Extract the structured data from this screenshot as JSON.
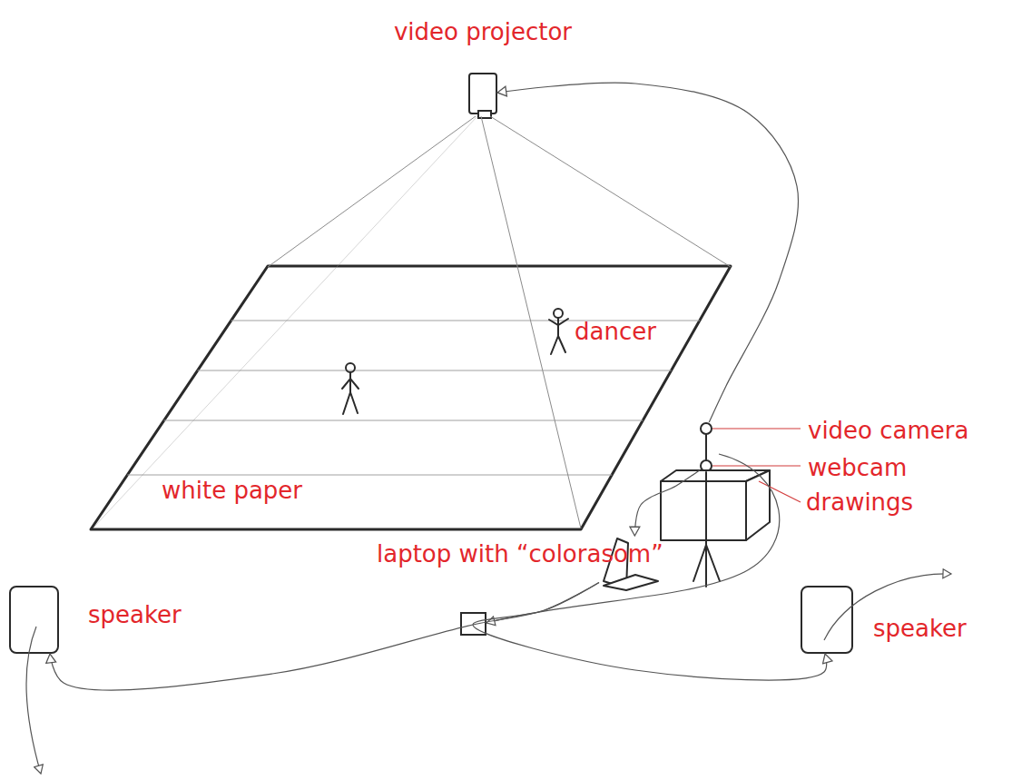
{
  "diagram": {
    "nodes": [
      {
        "text": [
          "video projector"
        ]
      },
      {
        "text": [
          "white paper"
        ]
      },
      {
        "text": [
          "video camera"
        ]
      },
      {
        "text": [
          "webcam"
        ]
      },
      {
        "text": [
          "drawings"
        ]
      },
      {
        "text": [
          "speaker"
        ]
      },
      {
        "text": [
          "laptop with “colorasom”"
        ]
      },
      {
        "text": [
          "speaker"
        ]
      }
    ],
    "edges": [
      {
        "from": 2,
        "to": 0,
        "arrow": "to"
      },
      {
        "from": 3,
        "to": 6,
        "arrow": "to"
      },
      {
        "from": 6,
        "to": 5,
        "arrow": "to"
      },
      {
        "from": 6,
        "to": 7,
        "arrow": "to"
      }
    ],
    "labels": [
      "dancer"
    ]
  }
}
